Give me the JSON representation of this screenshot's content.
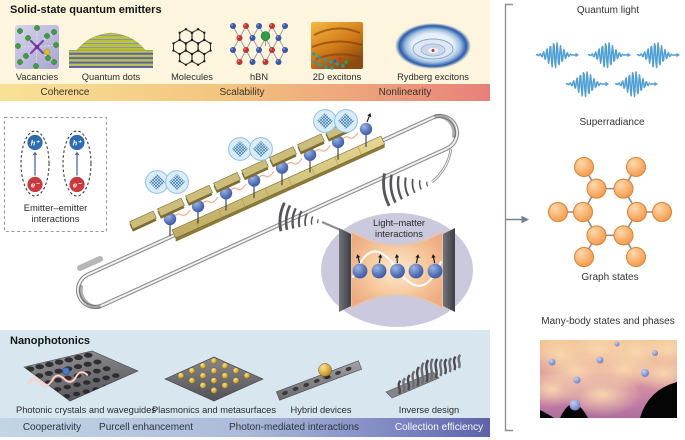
{
  "emitters_panel": {
    "title": "Solid-state quantum emitters",
    "items": [
      {
        "label": "Vacancies"
      },
      {
        "label": "Quantum dots"
      },
      {
        "label": "Molecules"
      },
      {
        "label": "hBN"
      },
      {
        "label": "2D excitons"
      },
      {
        "label": "Rydberg excitons"
      }
    ],
    "bar_labels": [
      "Coherence",
      "Scalability",
      "Nonlinearity"
    ]
  },
  "nanophotonics_panel": {
    "title": "Nanophotonics",
    "items": [
      {
        "label": "Photonic crystals and waveguides"
      },
      {
        "label": "Plasmonics and metasurfaces"
      },
      {
        "label": "Hybrid devices"
      },
      {
        "label": "Inverse design"
      }
    ],
    "bar_labels": [
      "Cooperativity",
      "Purcell enhancement",
      "Photon-mediated interactions",
      "Collection efficiency"
    ]
  },
  "center": {
    "emitter_interactions": {
      "line1": "Emitter–emitter",
      "line2": "interactions",
      "hole_label": "h⁺",
      "electron_label": "e⁻"
    },
    "light_matter": {
      "line1": "Light–matter",
      "line2": "interactions"
    }
  },
  "outputs": {
    "quantum_light": "Quantum light",
    "superradiance": "Superradiance",
    "graph_states": "Graph states",
    "many_body": "Many-body states and phases"
  },
  "colors": {
    "emitters_panel_bg": "#fdf5dd",
    "emitters_bar_start": "#f8e296",
    "emitters_bar_end": "#e8807a",
    "nano_panel_bg": "#d8e6f0",
    "nano_bar_start": "#c3d6e5",
    "nano_bar_end": "#5d63ab",
    "photon_blue": "#4f9fd4",
    "graph_node_orange": "#f6a75f",
    "emitter_sphere_blue": "#2c4a92",
    "hole_blue": "#2d6cb0",
    "electron_red": "#c93a3e"
  }
}
